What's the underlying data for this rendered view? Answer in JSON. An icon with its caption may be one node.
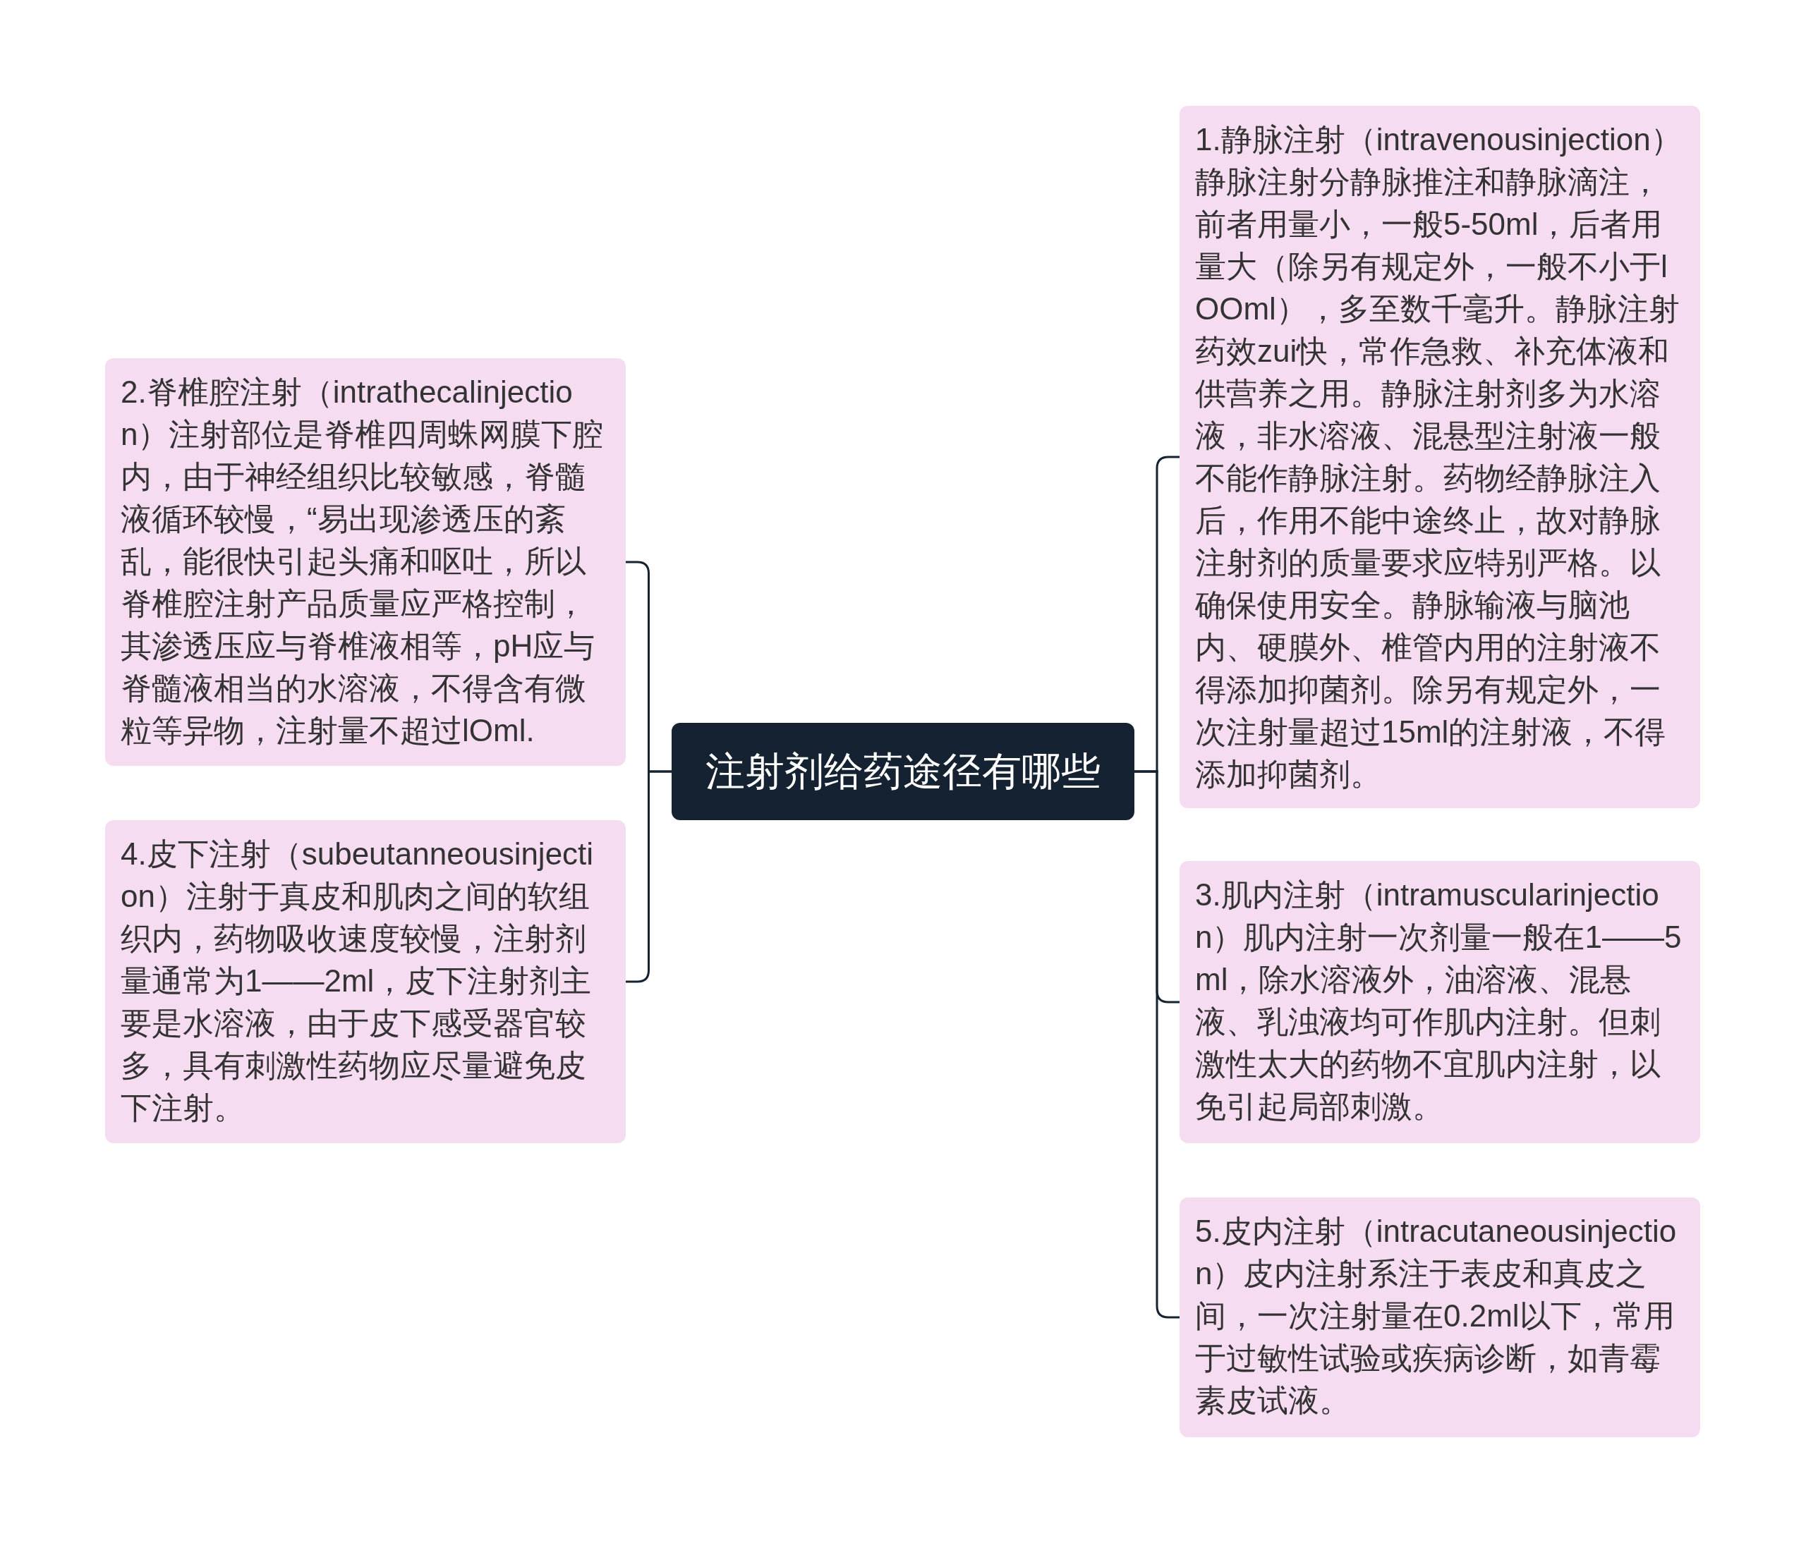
{
  "diagram": {
    "nodes": [
      {
        "text": [
          "注射剂给药途径有哪些"
        ]
      },
      {
        "text": [
          "1.静脉注射（intravenousinjection）静脉注射分静脉推注和静脉滴注，前者用量小，一般5-50ml，后者用量大（除另有规定外，一般不小于lOOml），多至数千毫升。静脉注射药效zui快，常作急救、补充体液和供营养之用。静脉注射剂多为水溶液，非水溶液、混悬型注射液一般不能作静脉注射。药物经静脉注入后，作用不能中途终止，故对静脉注射剂的质量要求应特别严格。以确保使用安全。静脉输液与脑池内、硬膜外、椎管内用的注射液不得添加抑菌剂。除另有规定外，一次注射量超过15ml的注射液，不得添加抑菌剂。"
        ]
      },
      {
        "text": [
          "2.脊椎腔注射（intrathecalinjection）注射部位是脊椎四周蛛网膜下腔内，由于神经组织比较敏感，脊髓液循环较慢，“易出现渗透压的紊乱，能很快引起头痛和呕吐，所以脊椎腔注射产品质量应严格控制，其渗透压应与脊椎液相等，pH应与脊髓液相当的水溶液，不得含有微粒等异物，注射量不超过lOml."
        ]
      },
      {
        "text": [
          "3.肌内注射（intramuscularinjection）肌内注射一次剂量一般在1——5ml，除水溶液外，油溶液、混悬液、乳浊液均可作肌内注射。但刺激性太大的药物不宜肌内注射，以免引起局部刺激。"
        ]
      },
      {
        "text": [
          "4.皮下注射（subeutanneousinjection）注射于真皮和肌肉之间的软组织内，药物吸收速度较慢，注射剂量通常为1——2ml，皮下注射剂主要是水溶液，由于皮下感受器官较多，具有刺激性药物应尽量避免皮下注射。"
        ]
      },
      {
        "text": [
          "5.皮内注射（intracutaneousinjection）皮内注射系注于表皮和真皮之间，一次注射量在0.2ml以下，常用于过敏性试验或疾病诊断，如青霉素皮试液。"
        ]
      }
    ],
    "edges": [
      {
        "from": 0,
        "to": 1,
        "arrow": "none"
      },
      {
        "from": 0,
        "to": 2,
        "arrow": "none"
      },
      {
        "from": 0,
        "to": 3,
        "arrow": "none"
      },
      {
        "from": 0,
        "to": 4,
        "arrow": "none"
      },
      {
        "from": 0,
        "to": 5,
        "arrow": "none"
      }
    ]
  }
}
